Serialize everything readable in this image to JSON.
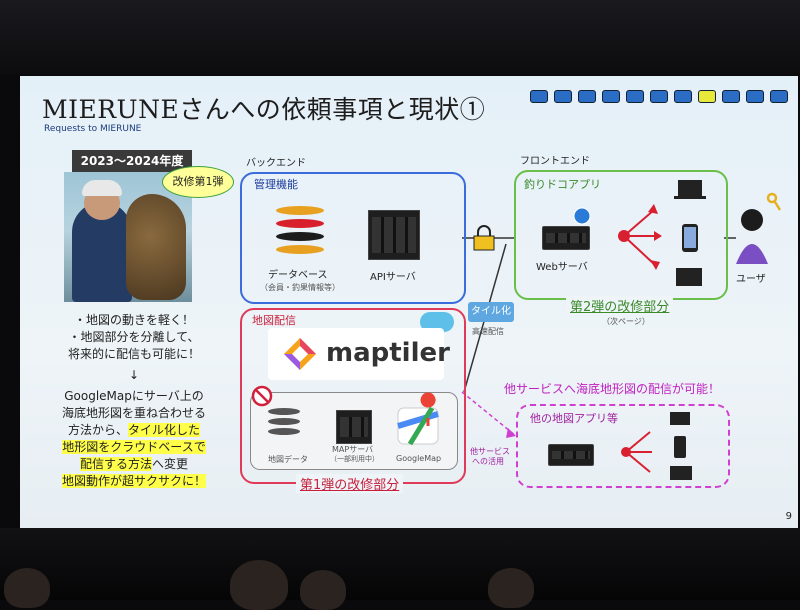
{
  "slide": {
    "title": "MIERUNEさんへの依頼事項と現状①",
    "subtitle": "Requests to MIERUNE",
    "page_number": "9",
    "progress_dots": {
      "total": 11,
      "current": 8
    }
  },
  "left": {
    "year": "2023～2024年度",
    "bubble": "改修第1弾",
    "line1": "・地図の動きを軽く！",
    "line2": "・地図部分を分離して、",
    "line3": "将来的に配信も可能に！",
    "arrow": "↓",
    "para1": "GoogleMapにサーバ上の",
    "para2": "海底地形図を重ね合わせる",
    "para3a": "方法から、",
    "para3b": "タイル化した",
    "para4": "地形図をクラウドベースで",
    "para5a": "配信する方法",
    "para5b": "へ変更",
    "para6": "地図動作が超サクサクに！"
  },
  "diagram": {
    "backend_label": "バックエンド",
    "frontend_label": "フロントエンド",
    "mgmt_title": "管理機能",
    "db_label": "データベース",
    "db_sub": "（会員・釣果情報等）",
    "api_label": "APIサーバ",
    "map_title": "地図配信",
    "maptiler": "maptiler",
    "map_data": "地図データ",
    "map_server": "MAPサーバ",
    "map_server_sub": "（一部利用中）",
    "googlemap": "GoogleMap",
    "phase1": "第1弾の改修部分",
    "tile": "タイル化",
    "fast": "高速配信",
    "app_title": "釣りドコアプリ",
    "web_server": "Webサーバ",
    "user": "ユーザ",
    "phase2": "第2弾の改修部分",
    "phase2_sub": "（次ページ）",
    "other_note": "他サービスへ海底地形図の配信が可能！",
    "other_app": "他の地図アプリ等",
    "other_use1": "他サービス",
    "other_use2": "への活用"
  },
  "colors": {
    "blue": "#3a6cdc",
    "red": "#e03a5a",
    "green": "#6abf48",
    "pink": "#d040d0",
    "highlight": "#ffff4a"
  }
}
